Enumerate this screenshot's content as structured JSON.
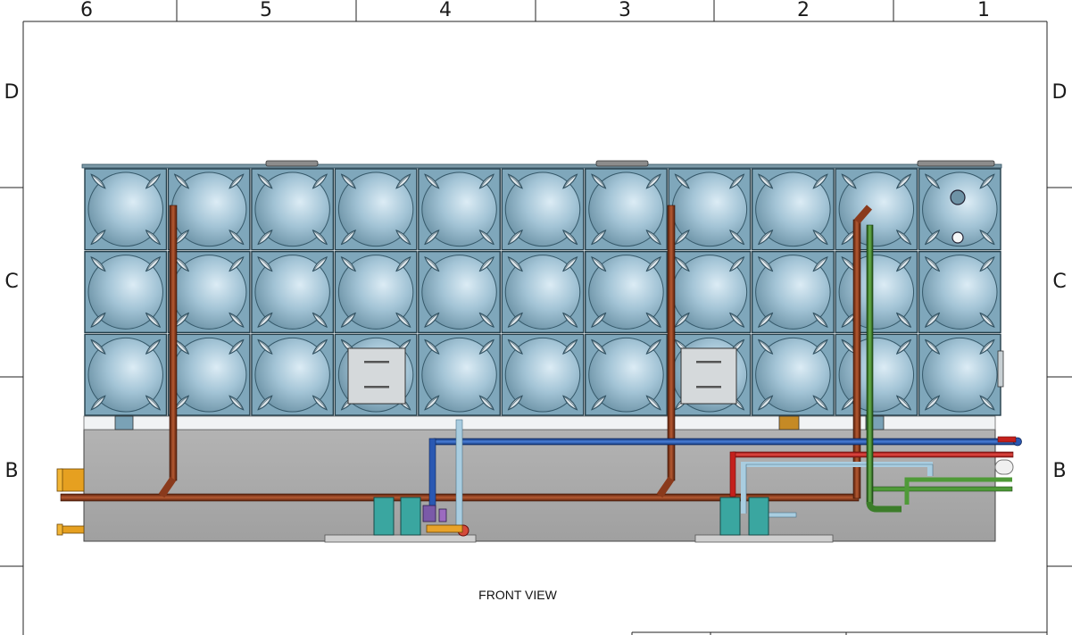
{
  "sheet": {
    "column_zones": [
      "6",
      "5",
      "4",
      "3",
      "2",
      "1"
    ],
    "row_zones": [
      "D",
      "C",
      "B"
    ]
  },
  "view": {
    "caption": "FRONT VIEW"
  },
  "tank": {
    "panel_rows": 3,
    "panel_cols": 11,
    "colors": {
      "panel": "#8fb4c7",
      "panel_dark": "#5e8598",
      "frame": "#2f4f5f",
      "base": "#a7a7a7",
      "pipe_brown": "#8a3a1c",
      "pipe_blue": "#1f4fa8",
      "pipe_red": "#c4201c",
      "pipe_green": "#3c7d2a",
      "pipe_lightblue": "#9fc4d8",
      "pipe_orange": "#e0900f",
      "pump": "#3aa6a0"
    }
  }
}
